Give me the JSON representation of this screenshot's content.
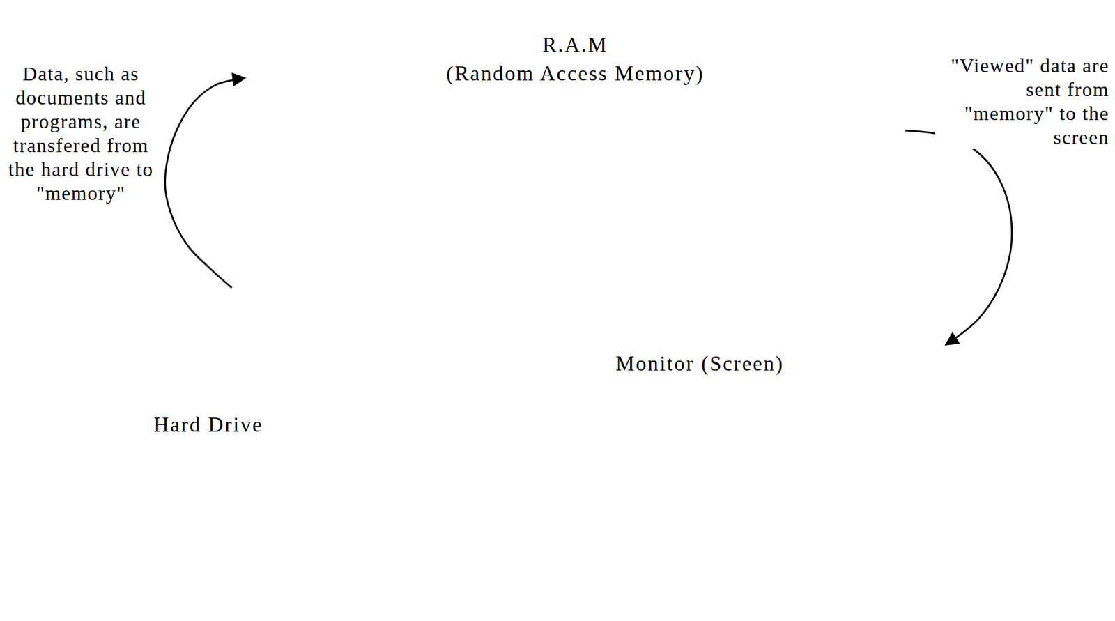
{
  "diagram": {
    "nodes": [
      {
        "text": [
          "R.A.M",
          "(Random Access Memory)"
        ]
      },
      {
        "text": [
          "Hard Drive"
        ]
      },
      {
        "text": [
          "Monitor (Screen)"
        ]
      }
    ],
    "edges": [
      {
        "from": 1,
        "to": 0,
        "arrow": "to",
        "label": "Data, such as documents and programs, are transfered from the hard drive to \"memory\""
      },
      {
        "from": 0,
        "to": 2,
        "arrow": "to",
        "label": "\"Viewed\" data are sent from \"memory\" to the screen"
      }
    ]
  }
}
